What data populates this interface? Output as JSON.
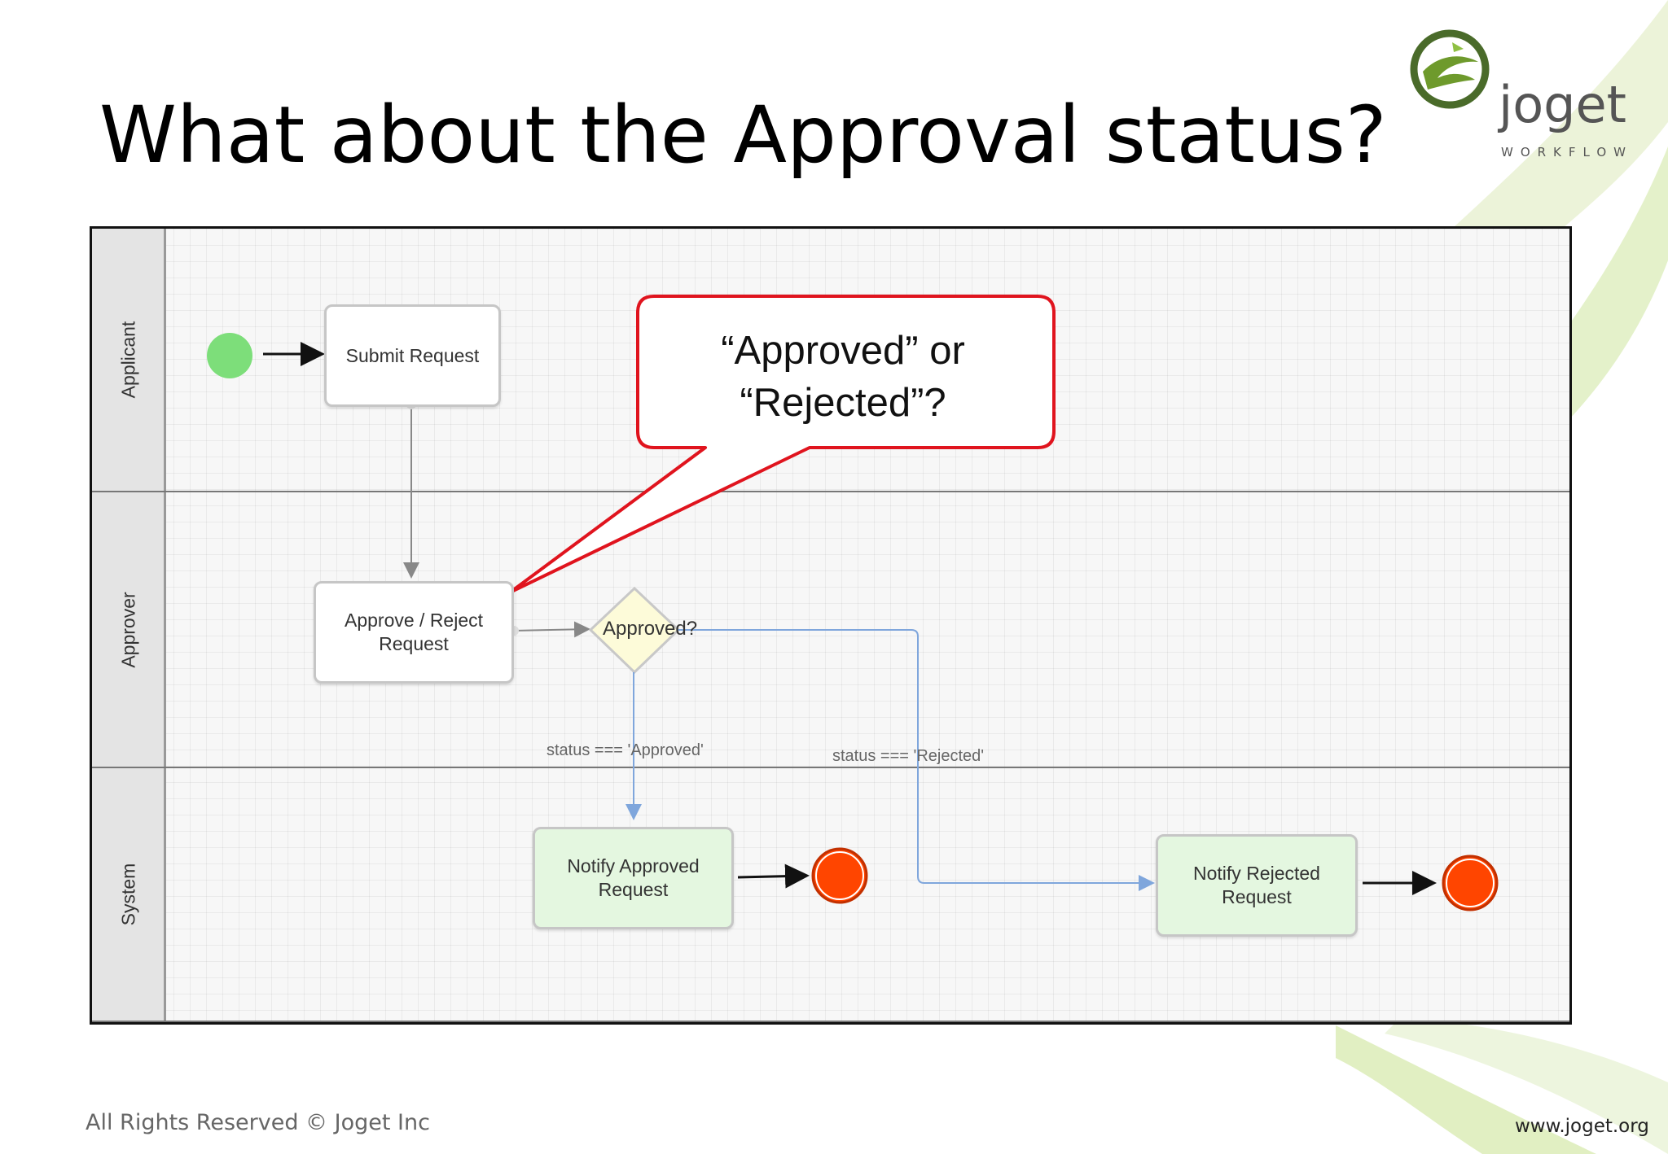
{
  "slide": {
    "title": "What about the Approval status?",
    "footer": "All Rights Reserved © Joget Inc",
    "website": "www.joget.org"
  },
  "logo": {
    "word": "joget",
    "sub": "WORKFLOW"
  },
  "diagram": {
    "lanes": [
      {
        "label": "Applicant"
      },
      {
        "label": "Approver"
      },
      {
        "label": "System"
      }
    ],
    "activities": {
      "submit": "Submit Request",
      "approve_reject": "Approve / Reject\nRequest",
      "notify_approved": "Notify Approved\nRequest",
      "notify_rejected": "Notify Rejected\nRequest"
    },
    "gateway": {
      "label": "Approved?"
    },
    "conditions": {
      "approved": "status === 'Approved'",
      "rejected": "status === 'Rejected'"
    },
    "callout": "“Approved” or\n“Rejected”?"
  },
  "colors": {
    "start_event": "#7dde7a",
    "end_event": "#ff4500",
    "callout_border": "#e0141e",
    "conditional_flow": "#7fa6dc",
    "system_task": "#e4f7e0",
    "gateway_fill": "#fdfbd9"
  }
}
